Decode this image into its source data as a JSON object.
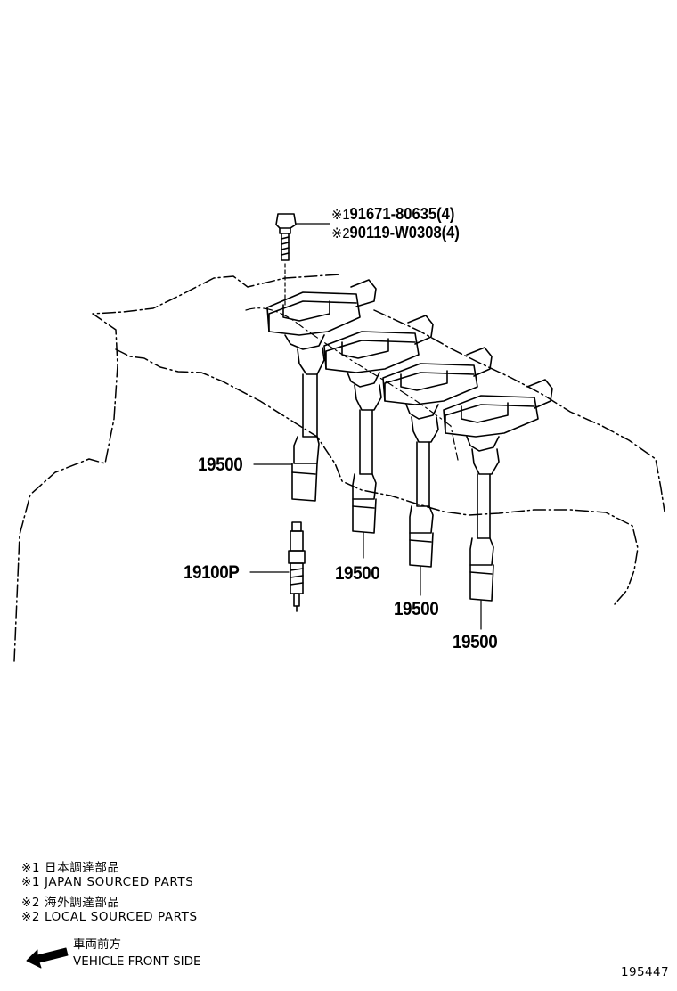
{
  "parts": {
    "bolt_note_1": {
      "mark": "※1",
      "part_no": "91671-80635(4)"
    },
    "bolt_note_2": {
      "mark": "※2",
      "part_no": "90119-W0308(4)"
    },
    "coil_labels": [
      "19500",
      "19500",
      "19500",
      "19500"
    ],
    "spark_plug_label": "19100P"
  },
  "notes": [
    "※1 日本調達部品",
    "※1 JAPAN SOURCED PARTS",
    "※2 海外調達部品",
    "※2 LOCAL SOURCED PARTS"
  ],
  "direction": {
    "japanese": "車両前方",
    "english": "VEHICLE FRONT SIDE",
    "icon": "arrow-left-icon"
  },
  "illustration_number": "195447"
}
